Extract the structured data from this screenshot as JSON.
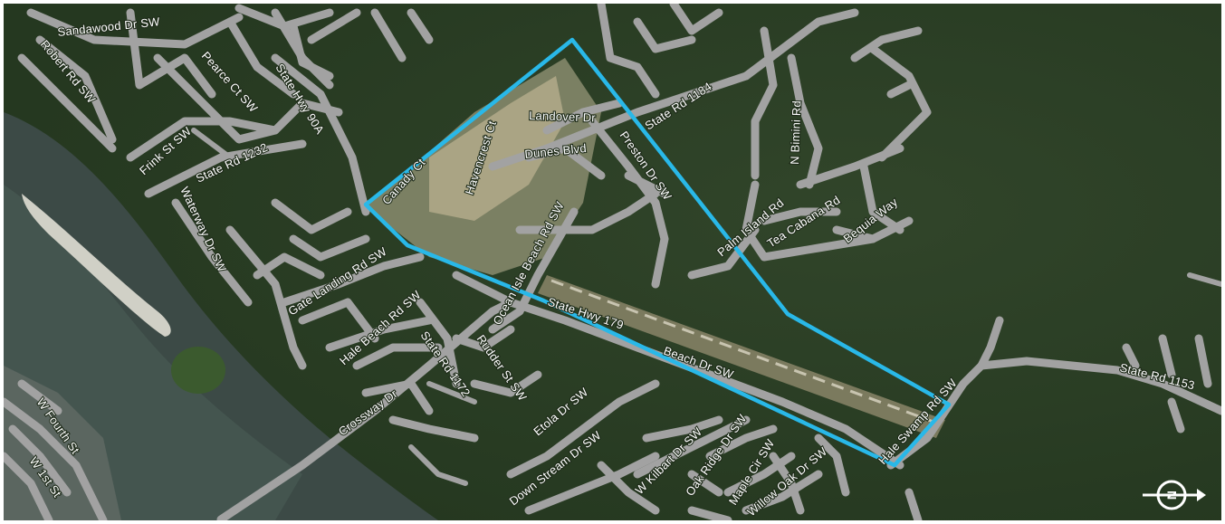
{
  "map": {
    "boundary_color": "#29b8e8",
    "road_color": "#a2a2a2",
    "north_arrow": {
      "icon": "north-arrow-icon",
      "letter": "N"
    },
    "labels": {
      "sandawood": "Sandawood Dr SW",
      "robert": "Robert Rd SW",
      "pearce": "Pearce Ct SW",
      "state90a": "State Hwy 90A",
      "frink": "Frink St SW",
      "sr1232": "State Rd 1232",
      "waterway": "Waterway Dr SW",
      "canady": "Canady Ct",
      "havencrest": "Havencrest Ct",
      "landover": "Landover Dr",
      "sr1184": "State Rd 1184",
      "dunes": "Dunes Blvd",
      "preston": "Preston Dr SW",
      "nbimini": "N Bimini Rd",
      "palmisland": "Palm Island Rd",
      "tea": "Tea Cabana Rd",
      "bequia": "Bequia Way",
      "ocean": "Ocean Isle Beach Rd SW",
      "gaterlanding": "Gate Landing Rd SW",
      "halebeach": "Hale Beach Rd SW",
      "sh179": "State Hwy 179",
      "beachdr": "Beach Dr SW",
      "sr1172": "State Rd 1172",
      "rudder": "Rudder St SW",
      "crossway": "Crossway Dr",
      "halesswamp": "Hale Swamp Rd SW",
      "sr1153": "State Rd 1153",
      "wfourth": "W Fourth St",
      "w1st": "W 1st St",
      "etola": "Etola Dr SW",
      "downstream": "Down Stream Dr SW",
      "wkilbart": "W Kilbart Dr SW",
      "oakridge": "Oak Ridge Dr SW",
      "maple": "Maple Cir SW",
      "willowoak": "Willow Oak Dr SW"
    }
  }
}
